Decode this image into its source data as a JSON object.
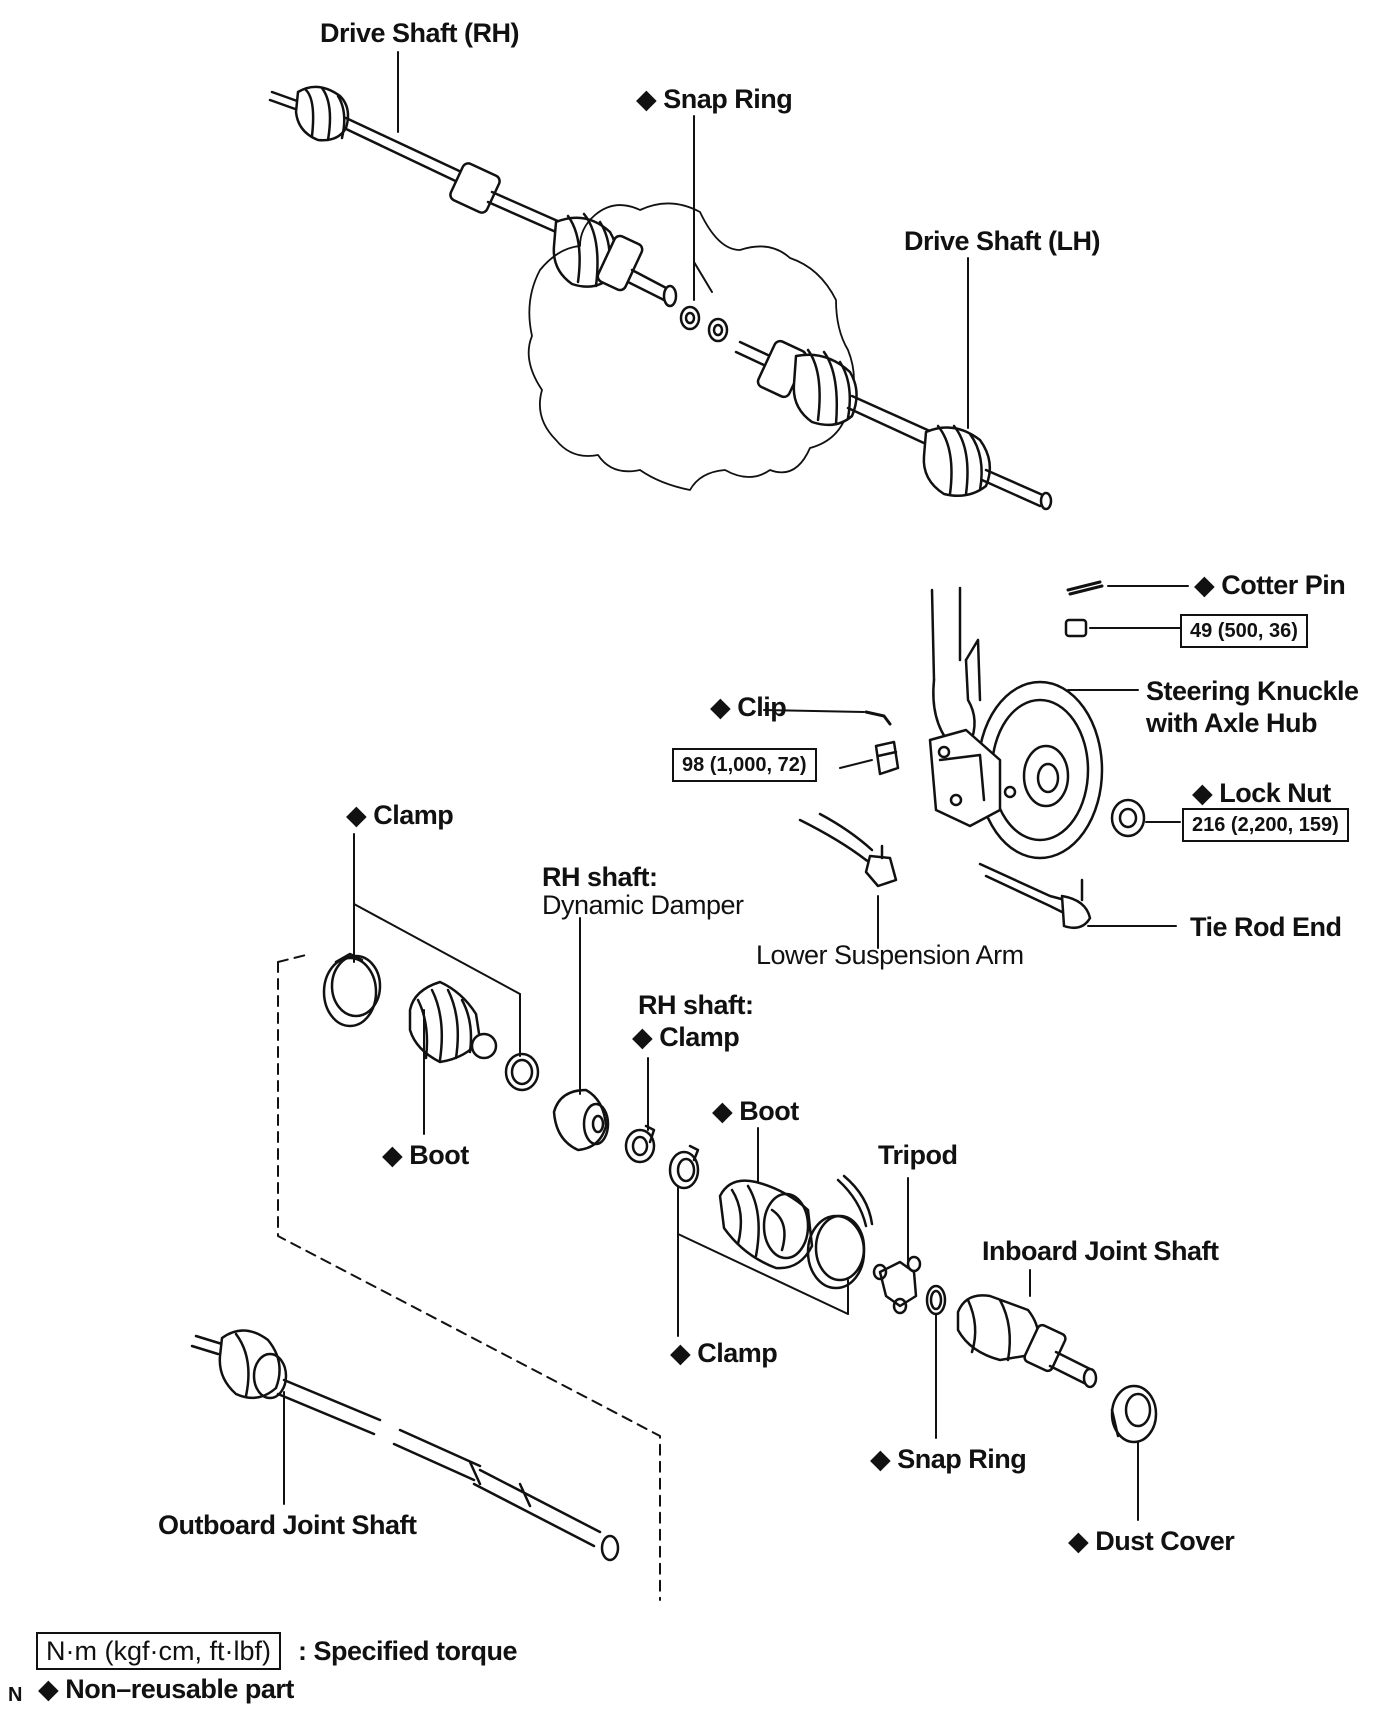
{
  "diamond": "◆",
  "labels": {
    "drive_shaft_rh": "Drive Shaft (RH)",
    "snap_ring_top": "Snap Ring",
    "drive_shaft_lh": "Drive Shaft (LH)",
    "cotter_pin": "Cotter Pin",
    "steering_knuckle_1": "Steering Knuckle",
    "steering_knuckle_2": "with Axle Hub",
    "clip": "Clip",
    "lock_nut": "Lock Nut",
    "clamp_top": "Clamp",
    "rh_shaft_1": "RH shaft:",
    "dynamic_damper": "Dynamic Damper",
    "lower_suspension_arm": "Lower Suspension Arm",
    "tie_rod_end": "Tie Rod End",
    "rh_shaft_2": "RH shaft:",
    "clamp_rh": "Clamp",
    "boot_outer": "Boot",
    "boot_inner": "Boot",
    "tripod": "Tripod",
    "inboard_joint_shaft": "Inboard Joint Shaft",
    "clamp_bottom": "Clamp",
    "snap_ring_bottom": "Snap Ring",
    "dust_cover": "Dust Cover",
    "outboard_joint_shaft": "Outboard Joint Shaft"
  },
  "torques": {
    "cotter": "49 (500, 36)",
    "clip": "98 (1,000, 72)",
    "lock_nut": "216 (2,200, 159)"
  },
  "legend": {
    "torque_unit": "N·m (kgf·cm, ft·lbf)",
    "torque_desc": ": Specified torque",
    "nonreusable_desc": "Non–reusable part",
    "corner_mark": "N"
  }
}
